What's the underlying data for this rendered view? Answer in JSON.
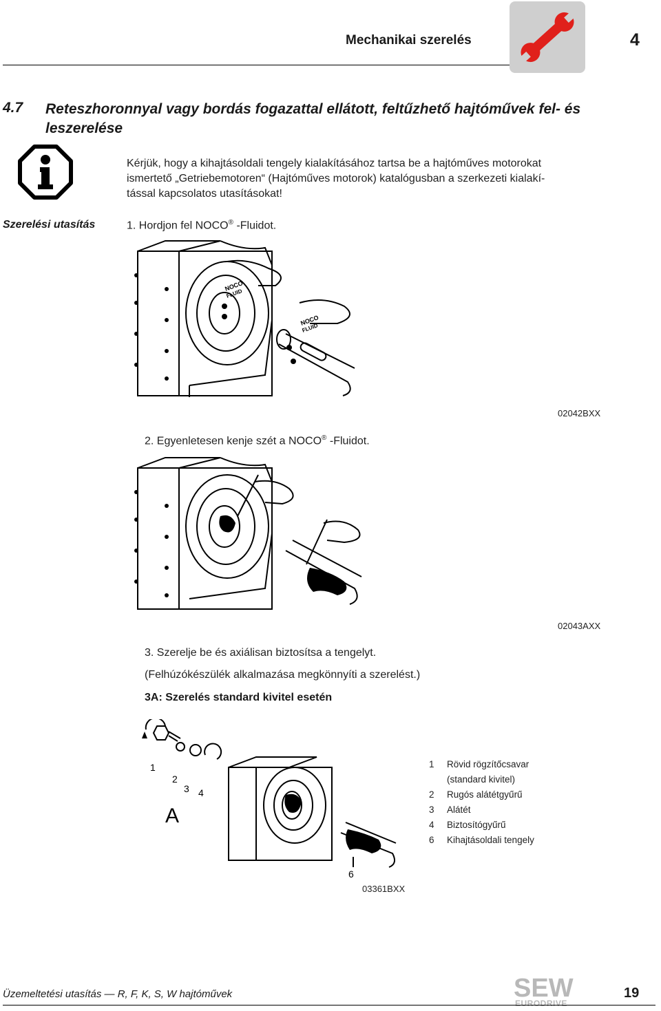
{
  "header": {
    "title": "Mechanikai szerelés",
    "chapter": "4"
  },
  "section": {
    "number": "4.7",
    "title": "Reteszhoronnyal vagy bordás fogazattal ellátott, feltűzhető hajtóművek fel- és leszerelése"
  },
  "info": {
    "line1": "Kérjük, hogy a kihajtásoldali tengely kialakításához tartsa be a hajtóműves motorokat",
    "line2": "ismertető „Getriebemotoren“ (Hajtóműves motorok) katalógusban a szerkezeti kialakí-",
    "line3": "tással kapcsolatos utasításokat!"
  },
  "side_label": "Szerelési utasítás",
  "steps": {
    "s1_pre": "1. Hordjon fel NOCO",
    "s1_post": "-Fluidot.",
    "fig1_code": "02042BXX",
    "s2_pre": "2. Egyenletesen kenje szét a NOCO",
    "s2_post": "-Fluidot.",
    "fig2_code": "02043AXX",
    "s3": "3. Szerelje be és axiálisan biztosítsa a tengelyt.",
    "s3_note": "(Felhúzókészülék alkalmazása megkönnyíti a szerelést.)",
    "s3a": "3A: Szerelés standard kivitel esetén",
    "fig3_code": "03361BXX",
    "registered": "®"
  },
  "fig_labels": {
    "noco": "NOCO",
    "fluid": "FLUID",
    "l1": "1",
    "l2": "2",
    "l3": "3",
    "l4": "4",
    "lA": "A",
    "l6": "6"
  },
  "legend": [
    {
      "num": "1",
      "text": "Rövid rögzítőcsavar"
    },
    {
      "num": "",
      "text": "(standard kivitel)"
    },
    {
      "num": "2",
      "text": "Rugós alátétgyűrű"
    },
    {
      "num": "3",
      "text": "Alátét"
    },
    {
      "num": "4",
      "text": "Biztosítógyűrű"
    },
    {
      "num": "6",
      "text": "Kihajtásoldali tengely"
    }
  ],
  "footer": {
    "left": "Üzemeltetési utasítás — R, F, K, S, W hajtóművek",
    "page": "19",
    "logo_top": "SEW",
    "logo_bottom": "EURODRIVE"
  },
  "colors": {
    "wrench": "#e0201b",
    "wrench_bg": "#cfcfcf",
    "logo": "#b8b8b8"
  }
}
